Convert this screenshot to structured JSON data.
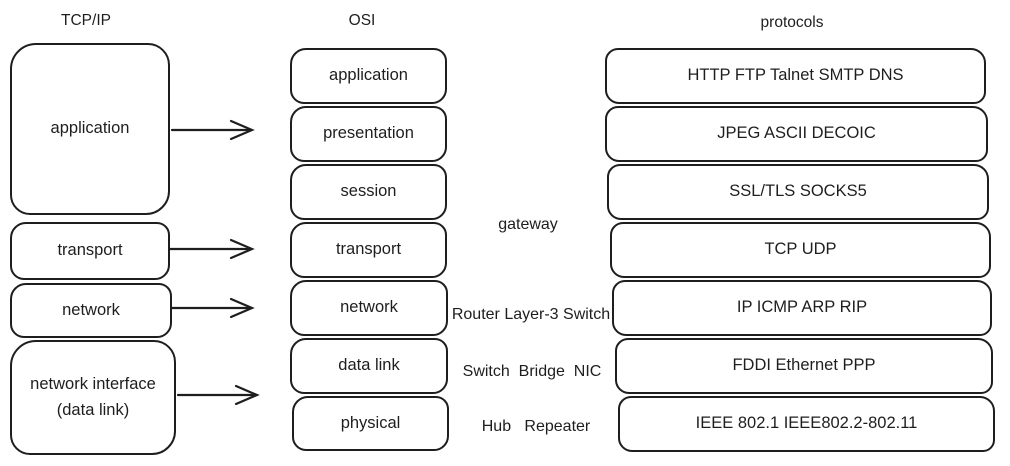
{
  "titles": {
    "tcpip": "TCP/IP",
    "osi": "OSI",
    "protocols": "protocols"
  },
  "tcpip_layers": [
    "application",
    "transport",
    "network",
    "network interface (data link)"
  ],
  "osi_layers": [
    "application",
    "presentation",
    "session",
    "transport",
    "network",
    "data link",
    "physical"
  ],
  "protocol_layers": [
    "HTTP FTP Talnet SMTP DNS",
    "JPEG ASCII DECOIC",
    "SSL/TLS SOCKS5",
    "TCP UDP",
    "IP ICMP ARP RIP",
    "FDDI Ethernet PPP",
    "IEEE 802.1 IEEE802.2-802.11"
  ],
  "device_labels": [
    "gateway",
    "Router Layer-3 Switch",
    "Switch  Bridge  NIC",
    "Hub   Repeater"
  ],
  "colors": {
    "stroke": "#1e1e1e",
    "fill": "#ffffff",
    "text": "#1e1e1e",
    "background": "#ffffff"
  }
}
